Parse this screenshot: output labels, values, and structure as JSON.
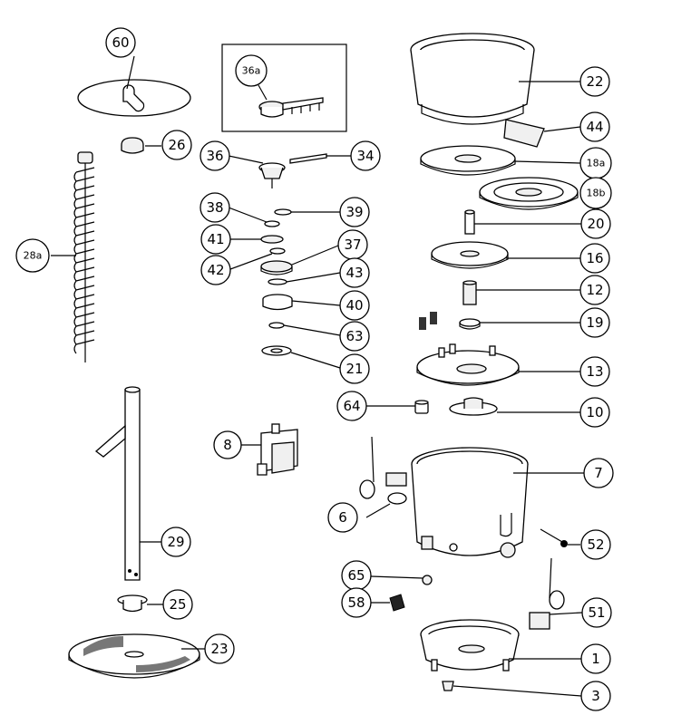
{
  "callouts": {
    "p60": "60",
    "p26": "26",
    "p28a": "28a",
    "p36a": "36a",
    "p36": "36",
    "p34": "34",
    "p38": "38",
    "p39": "39",
    "p41": "41",
    "p37": "37",
    "p42": "42",
    "p43": "43",
    "p40": "40",
    "p63": "63",
    "p21": "21",
    "p22": "22",
    "p44": "44",
    "p18a": "18a",
    "p18b": "18b",
    "p20": "20",
    "p16": "16",
    "p12": "12",
    "p19": "19",
    "p13": "13",
    "p64": "64",
    "p10": "10",
    "p8": "8",
    "p7": "7",
    "p6": "6",
    "p52": "52",
    "p29": "29",
    "p65": "65",
    "p58": "58",
    "p51": "51",
    "p25": "25",
    "p23": "23",
    "p1": "1",
    "p3": "3"
  }
}
